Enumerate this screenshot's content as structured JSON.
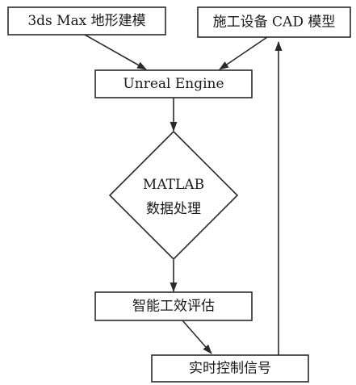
{
  "nodes": {
    "terrain_model": {
      "label": "3ds Max 地形建模"
    },
    "equipment_cad": {
      "label": "施工设备 CAD 模型"
    },
    "unreal_engine": {
      "label": "Unreal Engine"
    },
    "matlab": {
      "label_line1": "MATLAB",
      "label_line2": "数据处理"
    },
    "efficiency_eval": {
      "label": "智能工效评估"
    },
    "control_signal": {
      "label": "实时控制信号"
    }
  },
  "edges": [
    {
      "from": "terrain_model",
      "to": "unreal_engine"
    },
    {
      "from": "equipment_cad",
      "to": "unreal_engine"
    },
    {
      "from": "unreal_engine",
      "to": "matlab"
    },
    {
      "from": "matlab",
      "to": "efficiency_eval"
    },
    {
      "from": "efficiency_eval",
      "to": "control_signal"
    },
    {
      "from": "control_signal",
      "to": "equipment_cad"
    }
  ]
}
